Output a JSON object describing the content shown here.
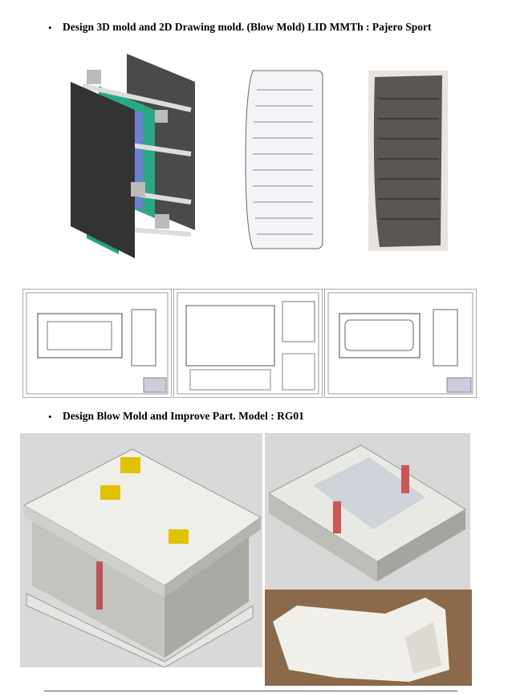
{
  "section1": {
    "bullet": "•",
    "heading": "Design 3D mold and 2D Drawing mold. (Blow Mold) LID MMTh : Pajero Sport",
    "images": [
      {
        "icon": "mold-3d-render-image"
      },
      {
        "icon": "lid-part-drawing-image"
      },
      {
        "icon": "lid-part-photo-image"
      }
    ],
    "drawings": [
      {
        "icon": "mold-drawing-sheet-1-image"
      },
      {
        "icon": "mold-drawing-sheet-2-image"
      },
      {
        "icon": "mold-drawing-sheet-3-image"
      }
    ]
  },
  "section2": {
    "bullet": "•",
    "heading": "Design Blow Mold and Improve Part. Model : RG01",
    "images": [
      {
        "icon": "blow-mold-3d-render-image"
      },
      {
        "icon": "blow-mold-open-render-image"
      },
      {
        "icon": "rg01-part-photo-image"
      }
    ]
  },
  "colors": {
    "mold_dark": "#3a3a3a",
    "mold_green": "#1f8a70",
    "render_bg": "#dcdcdc",
    "photo_bg": "#8a6a4a"
  }
}
